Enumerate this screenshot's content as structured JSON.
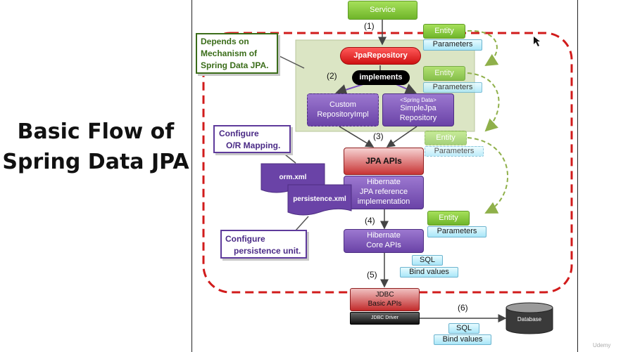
{
  "title": {
    "line1": "Basic Flow of",
    "line2": "Spring Data JPA"
  },
  "notes": {
    "depends": [
      "Depends on",
      "Mechanism of",
      "Spring Data JPA."
    ],
    "orm": [
      "Configure",
      "O/R Mapping."
    ],
    "persistence": [
      "Configure",
      "persistence unit."
    ]
  },
  "service": "Service",
  "jpa_repository": "JpaRepository",
  "implements": "implements",
  "custom_impl": [
    "Custom",
    "RepositoryImpl"
  ],
  "simple_jpa": {
    "tag": "<Spring Data>",
    "line1": "SimpleJpa",
    "line2": "Repository"
  },
  "jpa_apis": "JPA APIs",
  "hibernate_ref": [
    "Hibernate",
    "JPA reference",
    "implementation"
  ],
  "hibernate_core": [
    "Hibernate",
    "Core APIs"
  ],
  "jdbc_basic": [
    "JDBC",
    "Basic APIs"
  ],
  "jdbc_driver": "JDBC Driver",
  "database": "Database",
  "orm_xml": "orm.xml",
  "persistence_xml": "persistence.xml",
  "entity_label": "Entity",
  "parameters_label": "Parameters",
  "sql_label": "SQL",
  "bind_values_label": "Bind values",
  "steps": [
    "(1)",
    "(2)",
    "(3)",
    "(4)",
    "(5)",
    "(6)"
  ],
  "watermark": "Udemy",
  "colors": {
    "dashed_border": "#d11b1b",
    "flow_arrow": "#8fb04a",
    "note_text_green": "#3b6d1a",
    "note_text_purple": "#4a2a86"
  }
}
